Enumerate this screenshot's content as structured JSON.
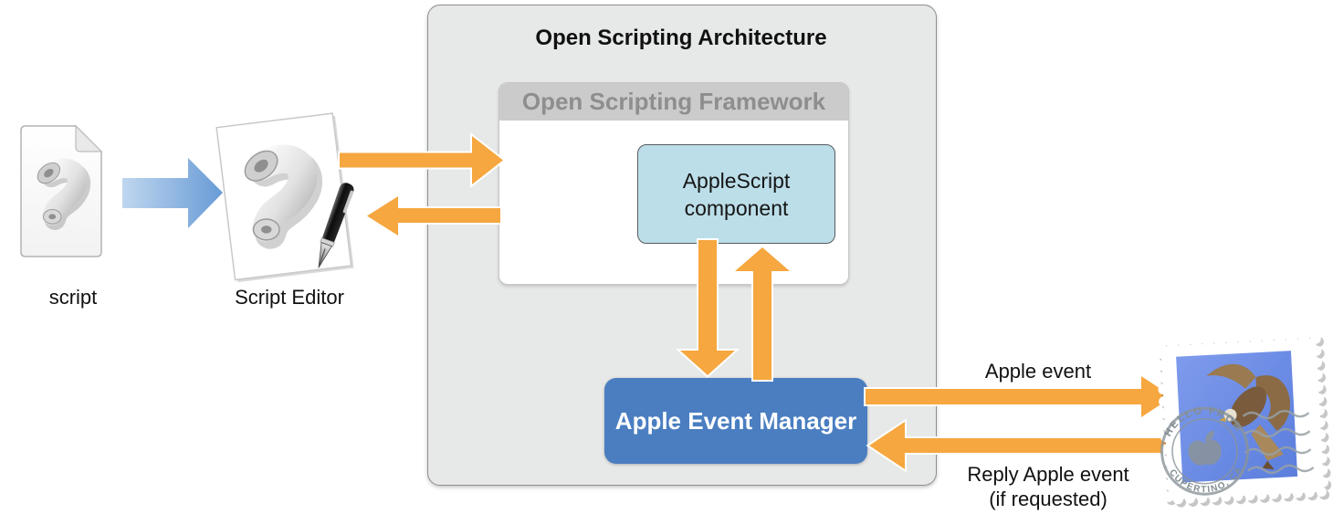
{
  "diagram": {
    "title": "Open Scripting Architecture",
    "framework_title": "Open Scripting Framework",
    "component_label": "AppleScript component",
    "event_manager_label": "Apple Event Manager"
  },
  "icons": {
    "script_label": "script",
    "editor_label": "Script Editor",
    "mail_postmark_top": "HELLO FROM",
    "mail_postmark_bottom": "CUPERTINO, CA"
  },
  "flows": {
    "apple_event_label": "Apple event",
    "reply_label": "Reply Apple event",
    "reply_note": "(if requested)"
  },
  "colors": {
    "arrow_orange": "#F6A73F",
    "flow_arrow_blue": "#689BD6",
    "event_manager_blue": "#4A7EC1",
    "component_blue": "#BCDEE9",
    "container_gray": "#E7E8E8",
    "framework_header_gray": "#CBCBCB",
    "framework_header_text": "#8E8E8E",
    "stamp_blue": "#6C8FE8"
  }
}
